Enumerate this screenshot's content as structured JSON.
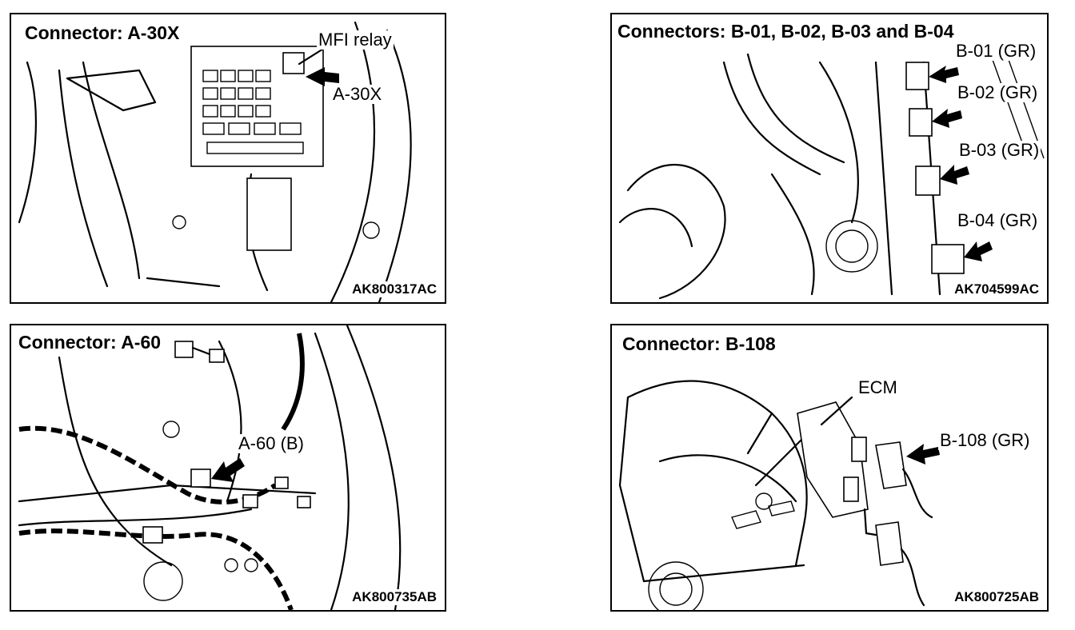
{
  "panels": [
    {
      "title": "Connector: A-30X",
      "code": "AK800317AC",
      "labels": [
        "MFI relay",
        "A-30X"
      ]
    },
    {
      "title": "Connectors: B-01, B-02, B-03 and B-04",
      "code": "AK704599AC",
      "labels": [
        "B-01 (GR)",
        "B-02 (GR)",
        "B-03 (GR)",
        "B-04 (GR)"
      ]
    },
    {
      "title": "Connector: A-60",
      "code": "AK800735AB",
      "labels": [
        "A-60 (B)"
      ]
    },
    {
      "title": "Connector: B-108",
      "code": "AK800725AB",
      "labels": [
        "ECM",
        "B-108 (GR)"
      ]
    }
  ]
}
